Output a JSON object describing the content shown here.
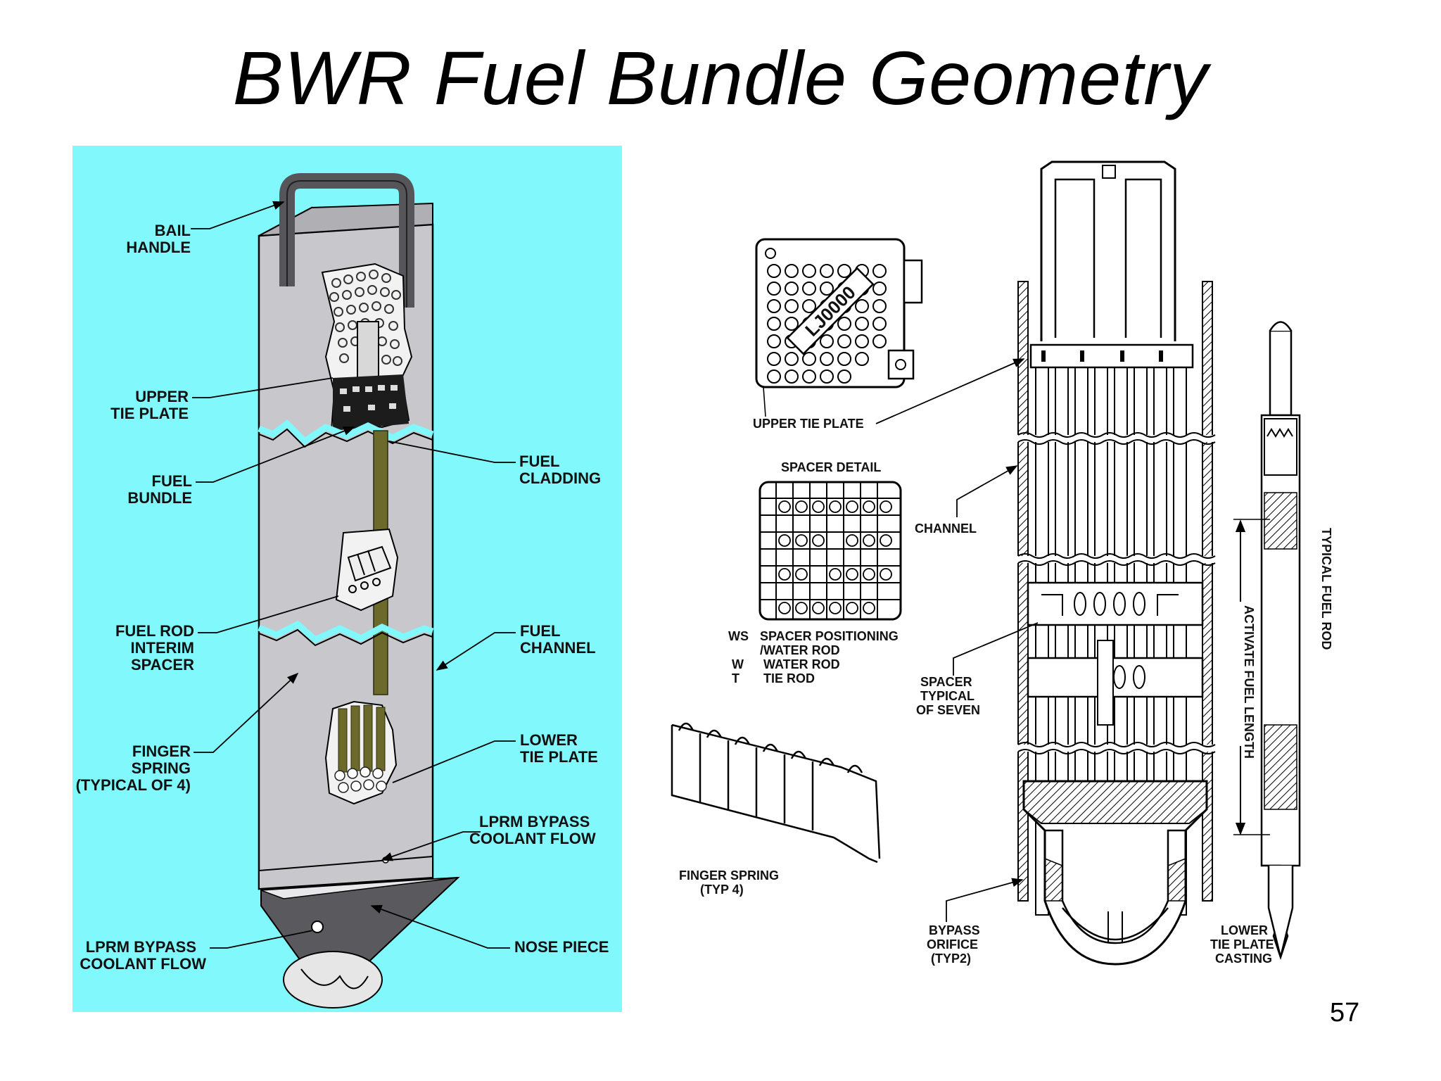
{
  "slide": {
    "title": "BWR Fuel Bundle Geometry",
    "page_number": "57"
  },
  "colors": {
    "left_panel_bg": "#80f8fc",
    "channel_gray": "#c8c8cc",
    "dark_gray": "#5a5a5e",
    "rod_olive": "#6b6a2a"
  },
  "left_labels": {
    "bail_handle": [
      "BAIL",
      "HANDLE"
    ],
    "upper_tie_plate": [
      "UPPER",
      "TIE PLATE"
    ],
    "fuel_bundle": [
      "FUEL",
      "BUNDLE"
    ],
    "fuel_rod_interim_spacer": [
      "FUEL ROD",
      "INTERIM",
      "SPACER"
    ],
    "finger_spring": [
      "FINGER",
      "SPRING",
      "(TYPICAL OF 4)"
    ],
    "lprm_bypass_left": [
      "LPRM BYPASS",
      "COOLANT FLOW"
    ],
    "fuel_cladding": [
      "FUEL",
      "CLADDING"
    ],
    "fuel_channel": [
      "FUEL",
      "CHANNEL"
    ],
    "lower_tie_plate": [
      "LOWER",
      "TIE PLATE"
    ],
    "lprm_bypass_right": [
      "LPRM BYPASS",
      "COOLANT FLOW"
    ],
    "nose_piece": "NOSE PIECE"
  },
  "right_labels": {
    "upper_tie_plate": "UPPER TIE PLATE",
    "tie_plate_stamp": "LJ0000",
    "spacer_detail": "SPACER DETAIL",
    "legend": [
      {
        "code": "WS",
        "text": [
          "SPACER POSITIONING",
          "/WATER ROD"
        ]
      },
      {
        "code": "W",
        "text": [
          "WATER ROD"
        ]
      },
      {
        "code": "T",
        "text": [
          "TIE ROD"
        ]
      }
    ],
    "finger_spring": [
      "FINGER SPRING",
      "(TYP 4)"
    ],
    "channel": "CHANNEL",
    "spacer": [
      "SPACER",
      "TYPICAL",
      "OF SEVEN"
    ],
    "bypass_orifice": [
      "BYPASS",
      "ORIFICE",
      "(TYP2)"
    ],
    "lower_tie_plate_casting": [
      "LOWER",
      "TIE PLATE",
      "CASTING"
    ],
    "active_fuel_length": "ACTIVATE FUEL LENGTH",
    "typical_fuel_rod": "TYPICAL FUEL ROD"
  }
}
